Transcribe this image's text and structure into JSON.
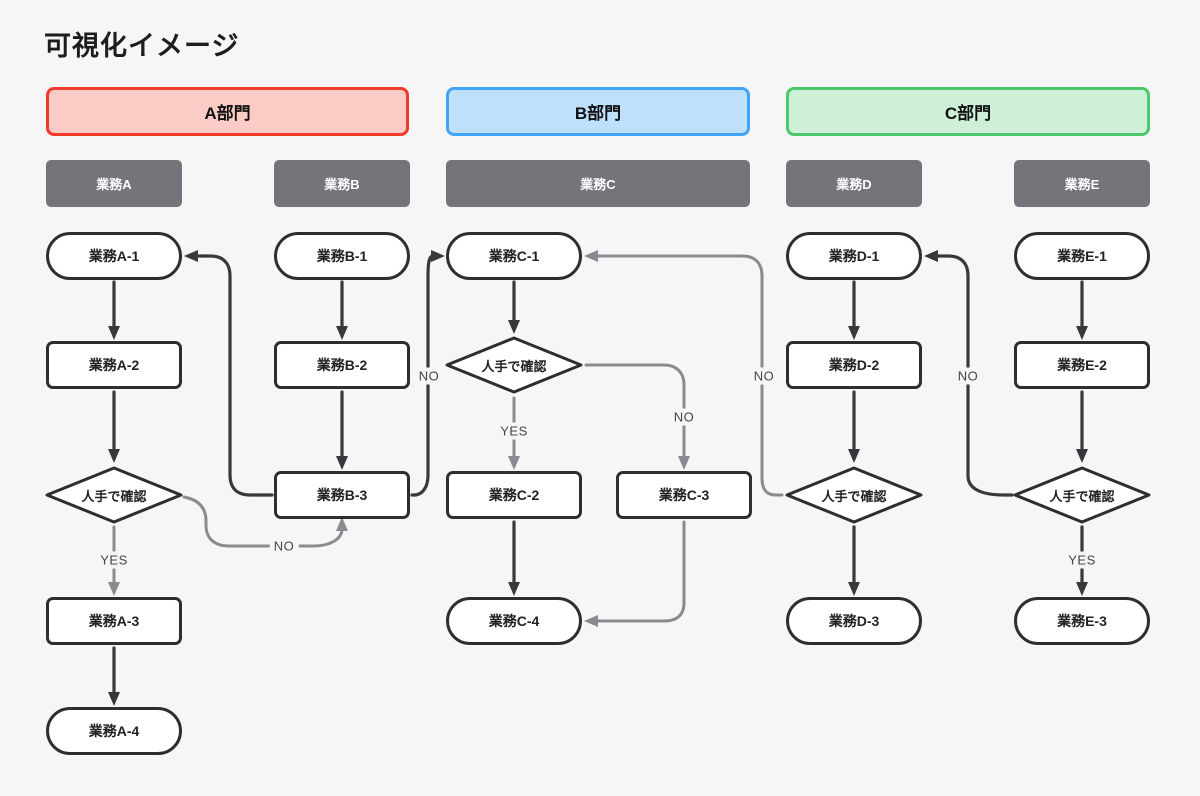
{
  "title": "可視化イメージ",
  "departments": [
    {
      "label": "A部門",
      "border_color": "#f23a2c",
      "fill_color": "#fbcbc6"
    },
    {
      "label": "B部門",
      "border_color": "#41a4f8",
      "fill_color": "#bee0fb"
    },
    {
      "label": "C部門",
      "border_color": "#4dc86a",
      "fill_color": "#cef0d8"
    }
  ],
  "lanes": [
    {
      "label": "業務A"
    },
    {
      "label": "業務B"
    },
    {
      "label": "業務C"
    },
    {
      "label": "業務D"
    },
    {
      "label": "業務E"
    }
  ],
  "nodes": [
    {
      "label": "業務A-1",
      "shape": "pill"
    },
    {
      "label": "業務A-2",
      "shape": "rect"
    },
    {
      "label": "人手で確認",
      "shape": "diamond"
    },
    {
      "label": "業務A-3",
      "shape": "rect"
    },
    {
      "label": "業務A-4",
      "shape": "pill"
    },
    {
      "label": "業務B-1",
      "shape": "pill"
    },
    {
      "label": "業務B-2",
      "shape": "rect"
    },
    {
      "label": "業務B-3",
      "shape": "rect"
    },
    {
      "label": "業務C-1",
      "shape": "pill"
    },
    {
      "label": "人手で確認",
      "shape": "diamond"
    },
    {
      "label": "業務C-2",
      "shape": "rect"
    },
    {
      "label": "業務C-3",
      "shape": "rect"
    },
    {
      "label": "業務C-4",
      "shape": "pill"
    },
    {
      "label": "業務D-1",
      "shape": "pill"
    },
    {
      "label": "業務D-2",
      "shape": "rect"
    },
    {
      "label": "人手で確認",
      "shape": "diamond"
    },
    {
      "label": "業務D-3",
      "shape": "pill"
    },
    {
      "label": "業務E-1",
      "shape": "pill"
    },
    {
      "label": "業務E-2",
      "shape": "rect"
    },
    {
      "label": "人手で確認",
      "shape": "diamond"
    },
    {
      "label": "業務E-3",
      "shape": "pill"
    }
  ],
  "edge_labels": {
    "a_yes": "YES",
    "a_no": "NO",
    "b_to_c_no": "NO",
    "c_yes": "YES",
    "c_no": "NO",
    "d_no": "NO",
    "e_no": "NO",
    "e_yes": "YES"
  },
  "colors": {
    "background": "#f6f6f6",
    "node_border": "#2e2e32",
    "arrow_dark": "#39393d",
    "arrow_gray": "#8b8a90",
    "lane_header": "#76747a"
  }
}
